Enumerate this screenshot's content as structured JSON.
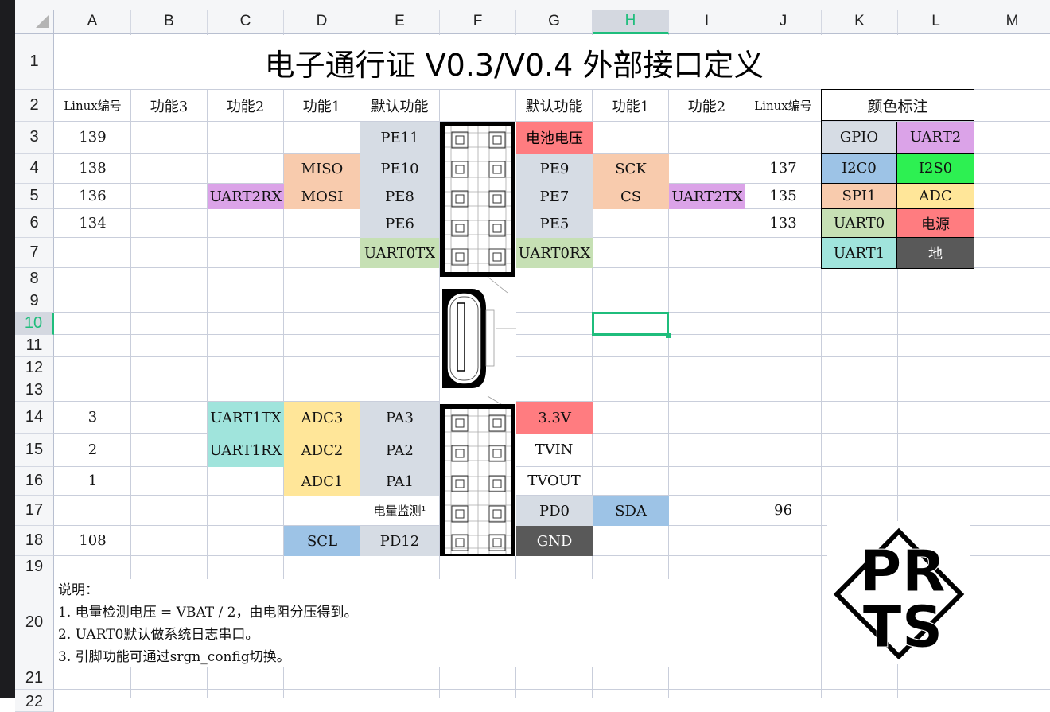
{
  "sheet": {
    "columns": [
      "A",
      "B",
      "C",
      "D",
      "E",
      "F",
      "G",
      "H",
      "I",
      "J",
      "K",
      "L",
      "M"
    ],
    "rows": [
      "1",
      "2",
      "3",
      "4",
      "5",
      "6",
      "7",
      "8",
      "9",
      "10",
      "11",
      "12",
      "13",
      "14",
      "15",
      "16",
      "17",
      "18",
      "19",
      "20",
      "21",
      "22"
    ],
    "selected_cell": "H10",
    "selected_column": "H",
    "selected_row": "10"
  },
  "title": "电子通行证 V0.3/V0.4 外部接口定义",
  "headers": {
    "left_linux": "Linux编号",
    "left_func3": "功能3",
    "left_func2": "功能2",
    "left_func1": "功能1",
    "left_default": "默认功能",
    "right_default": "默认功能",
    "right_func1": "功能1",
    "right_func2": "功能2",
    "right_linux": "Linux编号",
    "legend_title": "颜色标注"
  },
  "colors": {
    "gpio": "#d6dce4",
    "uart2": "#dba3e8",
    "i2c0": "#9dc3e6",
    "i2s0": "#2df052",
    "spi1": "#f8cbad",
    "adc": "#ffe699",
    "uart0": "#c6e0b4",
    "power": "#ff7c80",
    "uart1": "#a0e4dc",
    "ground": "#595959",
    "selection": "#1fbd7c"
  },
  "upper_pins": [
    {
      "row": "3",
      "linux_l": "139",
      "func2_l": "",
      "func1_l": "",
      "default_l": "PE11",
      "default_r": "电池电压",
      "func1_r": "",
      "func2_r": "",
      "linux_r": ""
    },
    {
      "row": "4",
      "linux_l": "138",
      "func2_l": "",
      "func1_l": "MISO",
      "default_l": "PE10",
      "default_r": "PE9",
      "func1_r": "SCK",
      "func2_r": "",
      "linux_r": "137"
    },
    {
      "row": "5",
      "linux_l": "136",
      "func2_l": "UART2RX",
      "func1_l": "MOSI",
      "default_l": "PE8",
      "default_r": "PE7",
      "func1_r": "CS",
      "func2_r": "UART2TX",
      "linux_r": "135"
    },
    {
      "row": "6",
      "linux_l": "134",
      "func2_l": "",
      "func1_l": "",
      "default_l": "PE6",
      "default_r": "PE5",
      "func1_r": "",
      "func2_r": "",
      "linux_r": "133"
    },
    {
      "row": "7",
      "linux_l": "",
      "func2_l": "",
      "func1_l": "",
      "default_l": "UART0TX",
      "default_r": "UART0RX",
      "func1_r": "",
      "func2_r": "",
      "linux_r": ""
    }
  ],
  "lower_pins": [
    {
      "row": "14",
      "linux_l": "3",
      "func2_l": "UART1TX",
      "func1_l": "ADC3",
      "default_l": "PA3",
      "default_r": "3.3V",
      "func1_r": "",
      "linux_r": ""
    },
    {
      "row": "15",
      "linux_l": "2",
      "func2_l": "UART1RX",
      "func1_l": "ADC2",
      "default_l": "PA2",
      "default_r": "TVIN",
      "func1_r": "",
      "linux_r": ""
    },
    {
      "row": "16",
      "linux_l": "1",
      "func2_l": "",
      "func1_l": "ADC1",
      "default_l": "PA1",
      "default_r": "TVOUT",
      "func1_r": "",
      "linux_r": ""
    },
    {
      "row": "17",
      "linux_l": "",
      "func2_l": "",
      "func1_l": "",
      "default_l": "电量监测¹",
      "default_r": "PD0",
      "func1_r": "SDA",
      "linux_r": "96"
    },
    {
      "row": "18",
      "linux_l": "108",
      "func2_l": "",
      "func1_l": "SCL",
      "default_l": "PD12",
      "default_r": "GND",
      "func1_r": "",
      "linux_r": ""
    }
  ],
  "legend": [
    {
      "left": "GPIO",
      "right": "UART2"
    },
    {
      "left": "I2C0",
      "right": "I2S0"
    },
    {
      "left": "SPI1",
      "right": "ADC"
    },
    {
      "left": "UART0",
      "right": "电源"
    },
    {
      "left": "UART1",
      "right": "地"
    }
  ],
  "notes": {
    "heading": "说明：",
    "lines": [
      "1. 电量检测电压 = VBAT / 2，由电阻分压得到。",
      "2. UART0默认做系统日志串口。",
      "3. 引脚功能可通过srgn_config切换。"
    ]
  },
  "logo": {
    "text_top": "PR",
    "text_bottom": "TS",
    "icon": "prts-logo-icon"
  },
  "connector": {
    "icon_upper": "pin-header-icon",
    "icon_usb": "usb-c-port-icon",
    "icon_lower": "pin-header-icon"
  }
}
